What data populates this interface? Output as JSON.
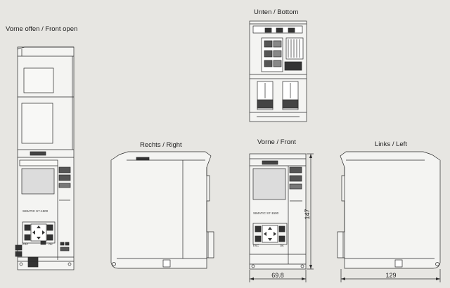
{
  "views": {
    "front_open": {
      "title": "Vorne offen / Front open",
      "brand": "SIMATIC S7-1500",
      "key_ok": "OK",
      "key_esc": "ESC"
    },
    "bottom": {
      "title": "Unten / Bottom"
    },
    "right": {
      "title": "Rechts / Right"
    },
    "front": {
      "title": "Vorne / Front",
      "brand": "SIMATIC S7-1500",
      "key_ok": "OK",
      "key_esc": "ESC",
      "dim_height": "147",
      "dim_width": "69.8"
    },
    "left": {
      "title": "Links / Left",
      "dim_depth": "129"
    }
  },
  "colors": {
    "background": "#e7e6e2",
    "line": "#2a2a2a",
    "body": "#f4f4f2",
    "display": "#dcdcdc"
  }
}
